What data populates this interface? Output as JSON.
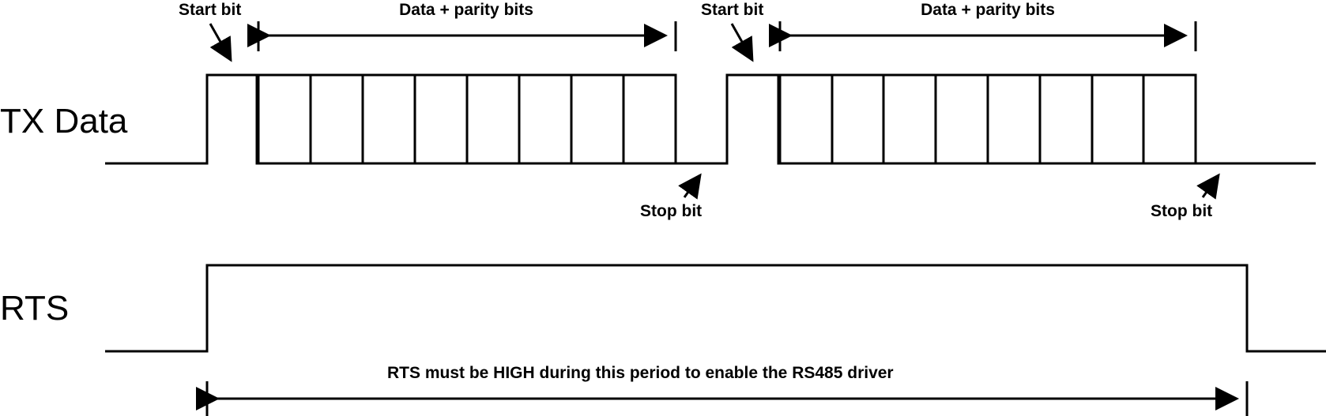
{
  "signals": {
    "tx_data": "TX Data",
    "rts": "RTS"
  },
  "frames": [
    {
      "start_label": "Start bit",
      "data_label": "Data + parity bits",
      "stop_label": "Stop bit",
      "data_bit_count": 8
    },
    {
      "start_label": "Start bit",
      "data_label": "Data + parity bits",
      "stop_label": "Stop bit",
      "data_bit_count": 8
    }
  ],
  "rts_note": "RTS must be HIGH during this period to enable the RS485 driver"
}
